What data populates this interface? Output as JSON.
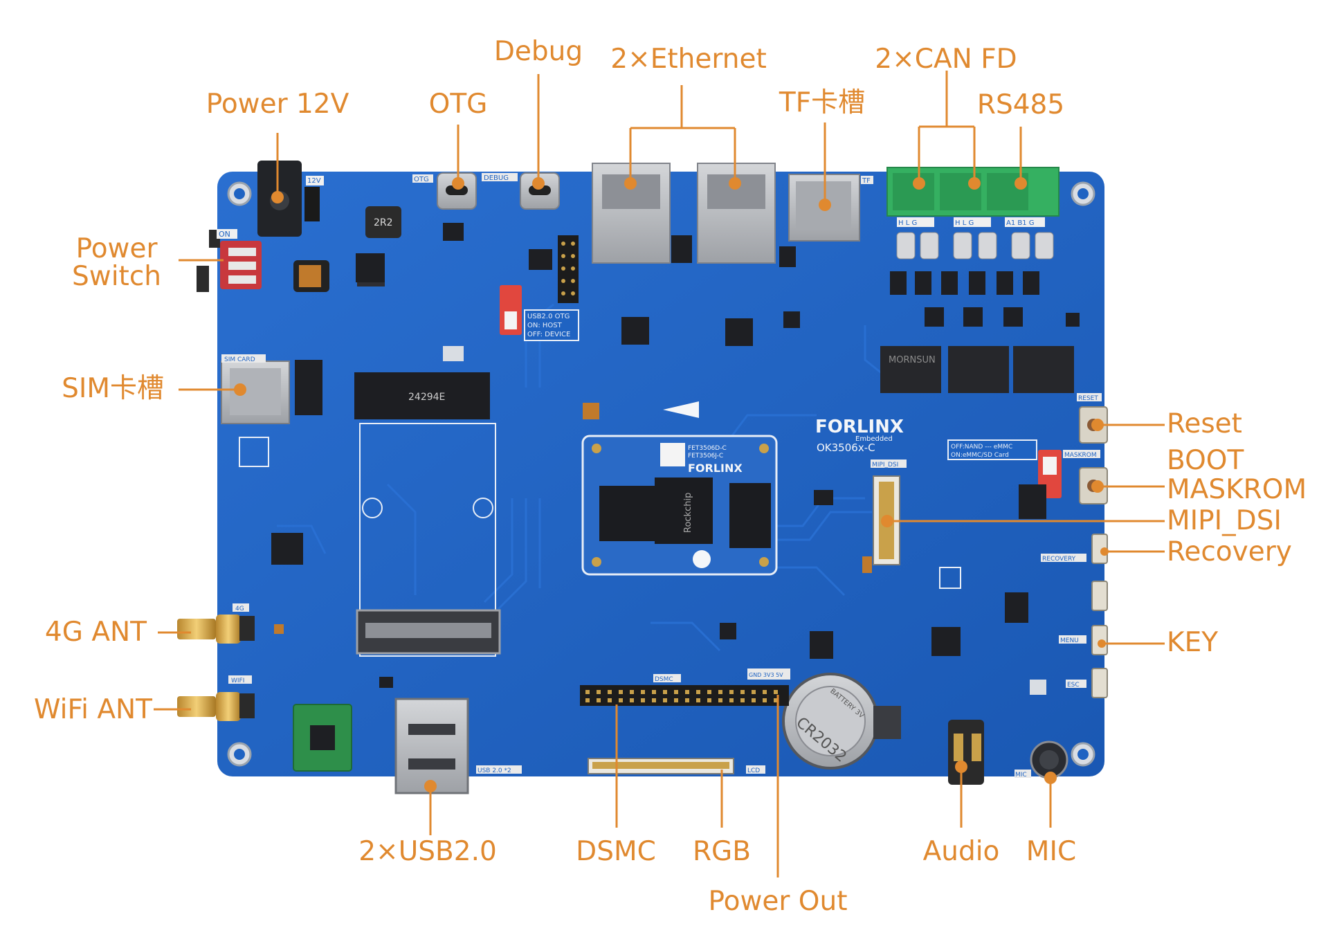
{
  "labels": {
    "power_12v": "Power 12V",
    "otg": "OTG",
    "debug": "Debug",
    "ethernet": "2×Ethernet",
    "tf_slot": "TF卡槽",
    "can_fd": "2×CAN FD",
    "rs485": "RS485",
    "power_switch_line1": "Power",
    "power_switch_line2": "Switch",
    "sim_slot": "SIM卡槽",
    "ant_4g": "4G ANT",
    "wifi_ant": "WiFi ANT",
    "reset": "Reset",
    "boot": "BOOT",
    "maskrom": "MASKROM",
    "mipi_dsi": "MIPI_DSI",
    "recovery": "Recovery",
    "key": "KEY",
    "usb": "2×USB2.0",
    "dsmc": "DSMC",
    "rgb": "RGB",
    "power_out": "Power Out",
    "audio": "Audio",
    "mic": "MIC"
  },
  "board": {
    "brand": "FORLINX",
    "brand_sub": "Embedded",
    "model": "OK3506x-C",
    "som_brand": "FORLINX",
    "som_part1": "FET3506D-C",
    "som_part2": "FET3506J-C",
    "soc": "Rockchip",
    "silk_12v": "12V",
    "silk_on": "ON",
    "silk_otg": "OTG",
    "silk_debug": "DEBUG",
    "silk_tf": "TF",
    "silk_sim": "SIM CARD",
    "silk_4g": "4G",
    "silk_wifi": "WIFI",
    "silk_usb": "USB 2.0 *2",
    "silk_dsmc": "DSMC",
    "silk_lcd": "LCD",
    "silk_mipi": "MIPI_DSI",
    "silk_reset": "RESET",
    "silk_maskrom": "MASKROM",
    "silk_recovery": "RECOVERY",
    "silk_menu": "MENU",
    "silk_esc": "ESC",
    "silk_mic": "MIC",
    "silk_boot_note1": "OFF:NAND --- eMMC",
    "silk_boot_note2": "ON:eMMC/SD Card",
    "silk_usb_note1": "USB2.0  OTG",
    "silk_usb_note2": "ON: HOST",
    "silk_usb_note3": "OFF: DEVICE",
    "silk_gnd": "GND 3V3 5V",
    "silk_can1": "H  L  G",
    "silk_can2": "H  L  G",
    "silk_rs485": "A1 B1 G",
    "battery": "CR2032",
    "battery_top": "BATTERY 3V",
    "inductor": "2R2",
    "mornsun": "MORNSUN",
    "pcie_chip": "24294E"
  },
  "colors": {
    "label": "#e0892f",
    "pcb": "#1f63c2",
    "pcb_dark": "#1650a6",
    "metal": "#b9bcc0",
    "terminal": "#35b061"
  }
}
